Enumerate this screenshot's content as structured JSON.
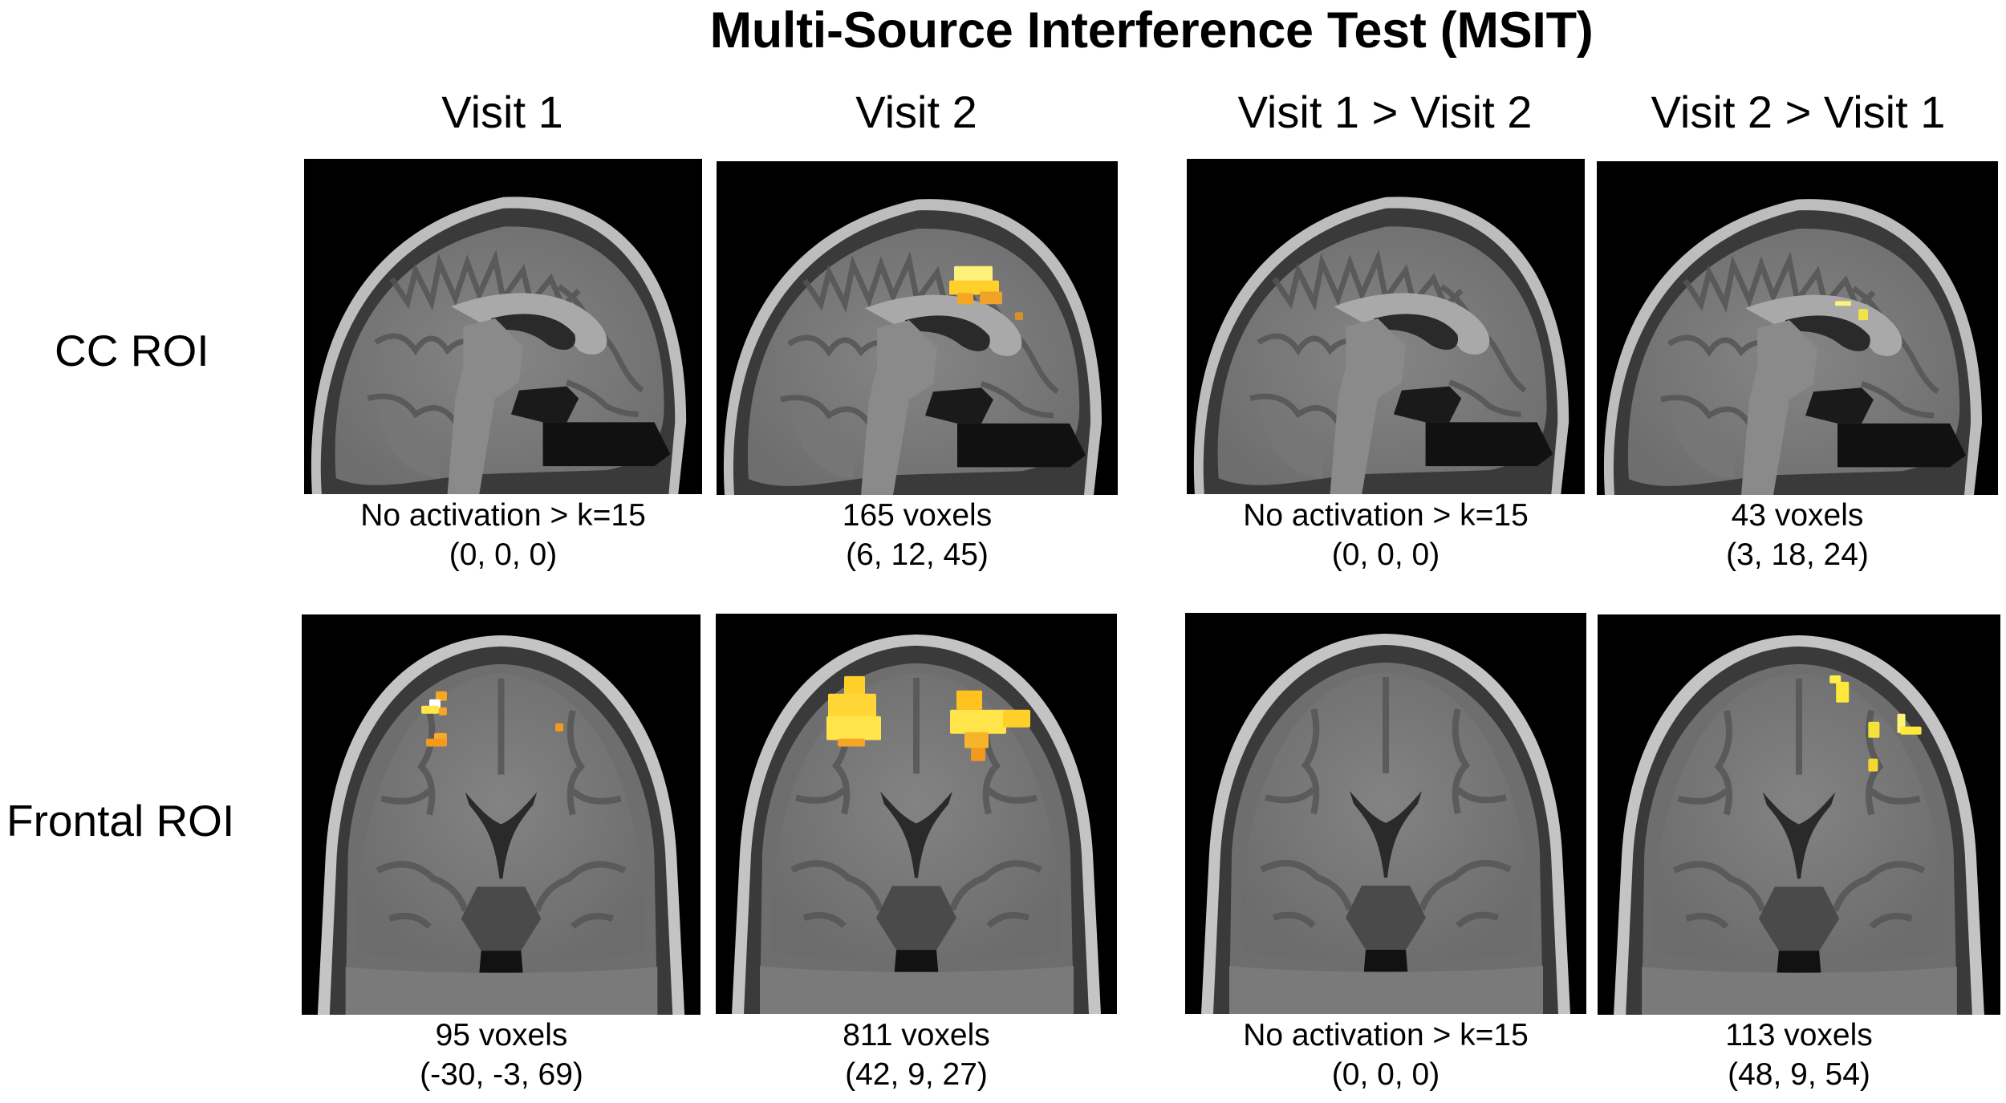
{
  "figure": {
    "title": "Multi-Source Interference Test (MSIT)",
    "columns": [
      {
        "label": "Visit 1"
      },
      {
        "label": "Visit 2"
      },
      {
        "label": "Visit 1 > Visit 2"
      },
      {
        "label": "Visit 2 > Visit 1"
      }
    ],
    "rows": [
      {
        "label": "CC ROI",
        "view": "sagittal"
      },
      {
        "label": "Frontal ROI",
        "view": "coronal"
      }
    ],
    "colors": {
      "activation_bright": "#ffe54a",
      "activation_mid": "#ffc21f",
      "activation_dim": "#f39a1e",
      "brain_gray": "#7b7b7b",
      "background": "#000000"
    },
    "cells": [
      {
        "row": 0,
        "col": 0,
        "line1": "No activation > k=15",
        "line2": "(0, 0, 0)",
        "blobs": []
      },
      {
        "row": 0,
        "col": 1,
        "line1": "165 voxels",
        "line2": "(6, 12, 45)",
        "blobs": [
          [
            296,
            132,
            48,
            20,
            "#fff07a"
          ],
          [
            290,
            150,
            62,
            18,
            "#ffd02a"
          ],
          [
            300,
            166,
            20,
            14,
            "#f5a623"
          ],
          [
            328,
            164,
            28,
            16,
            "#f0a12a"
          ],
          [
            372,
            190,
            10,
            10,
            "#d8902a"
          ]
        ]
      },
      {
        "row": 0,
        "col": 2,
        "line1": "No activation > k=15",
        "line2": "(0, 0, 0)",
        "blobs": []
      },
      {
        "row": 0,
        "col": 3,
        "line1": "43 voxels",
        "line2": "(3, 18, 24)",
        "blobs": [
          [
            297,
            176,
            20,
            6,
            "#fff27a"
          ],
          [
            326,
            186,
            12,
            14,
            "#f2e24a"
          ]
        ]
      },
      {
        "row": 1,
        "col": 0,
        "line1": "95 voxels",
        "line2": "(-30, -3, 69)",
        "blobs": [
          [
            168,
            96,
            14,
            12,
            "#f5a623"
          ],
          [
            160,
            106,
            14,
            12,
            "#ffffff"
          ],
          [
            150,
            114,
            22,
            10,
            "#ffe54a"
          ],
          [
            172,
            116,
            10,
            10,
            "#f5a623"
          ],
          [
            166,
            148,
            16,
            14,
            "#f7a928"
          ],
          [
            156,
            155,
            26,
            10,
            "#f39a1e"
          ],
          [
            318,
            136,
            10,
            10,
            "#f39a1e"
          ]
        ]
      },
      {
        "row": 1,
        "col": 1,
        "line1": "811 voxels",
        "line2": "(42, 9, 27)",
        "blobs": [
          [
            160,
            78,
            26,
            24,
            "#ffd02a"
          ],
          [
            140,
            100,
            60,
            30,
            "#ffd635"
          ],
          [
            138,
            128,
            68,
            30,
            "#ffe54a"
          ],
          [
            152,
            156,
            34,
            10,
            "#f5a623"
          ],
          [
            300,
            96,
            32,
            24,
            "#ffc21f"
          ],
          [
            292,
            120,
            70,
            30,
            "#ffe54a"
          ],
          [
            358,
            120,
            34,
            22,
            "#ffd02a"
          ],
          [
            310,
            148,
            30,
            20,
            "#f5b42a"
          ],
          [
            318,
            168,
            18,
            16,
            "#f39a1e"
          ]
        ]
      },
      {
        "row": 1,
        "col": 2,
        "line1": "No activation > k=15",
        "line2": "(0, 0, 0)",
        "blobs": []
      },
      {
        "row": 1,
        "col": 3,
        "line1": "113 voxels",
        "line2": "(48, 9, 54)",
        "blobs": [
          [
            288,
            76,
            14,
            10,
            "#fff04a"
          ],
          [
            296,
            84,
            16,
            26,
            "#ffe83a"
          ],
          [
            336,
            134,
            14,
            20,
            "#f2e23a"
          ],
          [
            372,
            124,
            10,
            24,
            "#fff27a"
          ],
          [
            376,
            140,
            26,
            10,
            "#ffe83a"
          ],
          [
            336,
            180,
            12,
            16,
            "#f2d830"
          ]
        ]
      }
    ]
  }
}
